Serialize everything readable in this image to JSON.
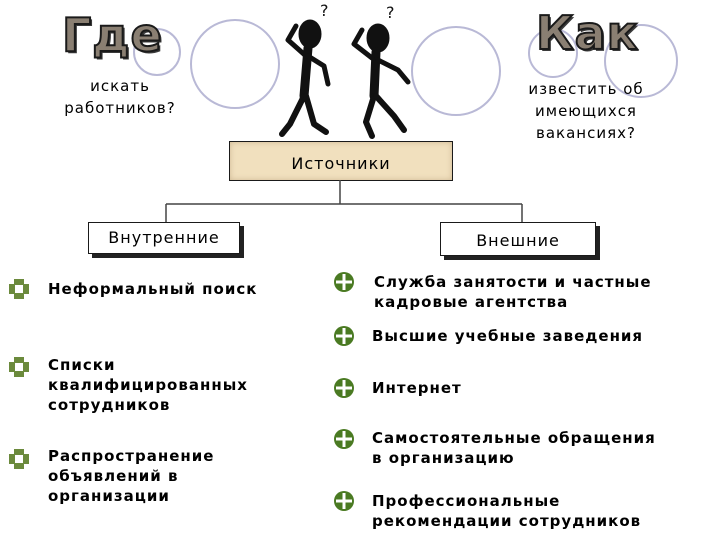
{
  "titles": {
    "where": "Где",
    "how": "Как"
  },
  "questions": {
    "left": "искать работников?",
    "right": "известить об имеющихся вакансиях?"
  },
  "root": {
    "label": "Источники"
  },
  "internal": {
    "label": "Внутренние",
    "items": [
      "Неформальный поиск",
      "Списки квалифицированных сотрудников",
      "Распространение объявлений в организации"
    ]
  },
  "external": {
    "label": "Внешние",
    "items": [
      "Служба занятости и частные кадровые агентства",
      "Высшие учебные заведения",
      "Интернет",
      "Самостоятельные обращения в организацию",
      "Профессиональные рекомендации сотрудников"
    ]
  },
  "figures": {
    "q1": "?",
    "q2": "?"
  },
  "colors": {
    "circle": "#b9b9d6",
    "box_fill": "#f1e0be",
    "title_fill": "#8a7f72",
    "bullet_left": "#6b8a3c",
    "bullet_right": "#4a7a22"
  },
  "icons": {
    "bullet_left": "plus-square-icon",
    "bullet_right": "plus-circle-icon"
  }
}
